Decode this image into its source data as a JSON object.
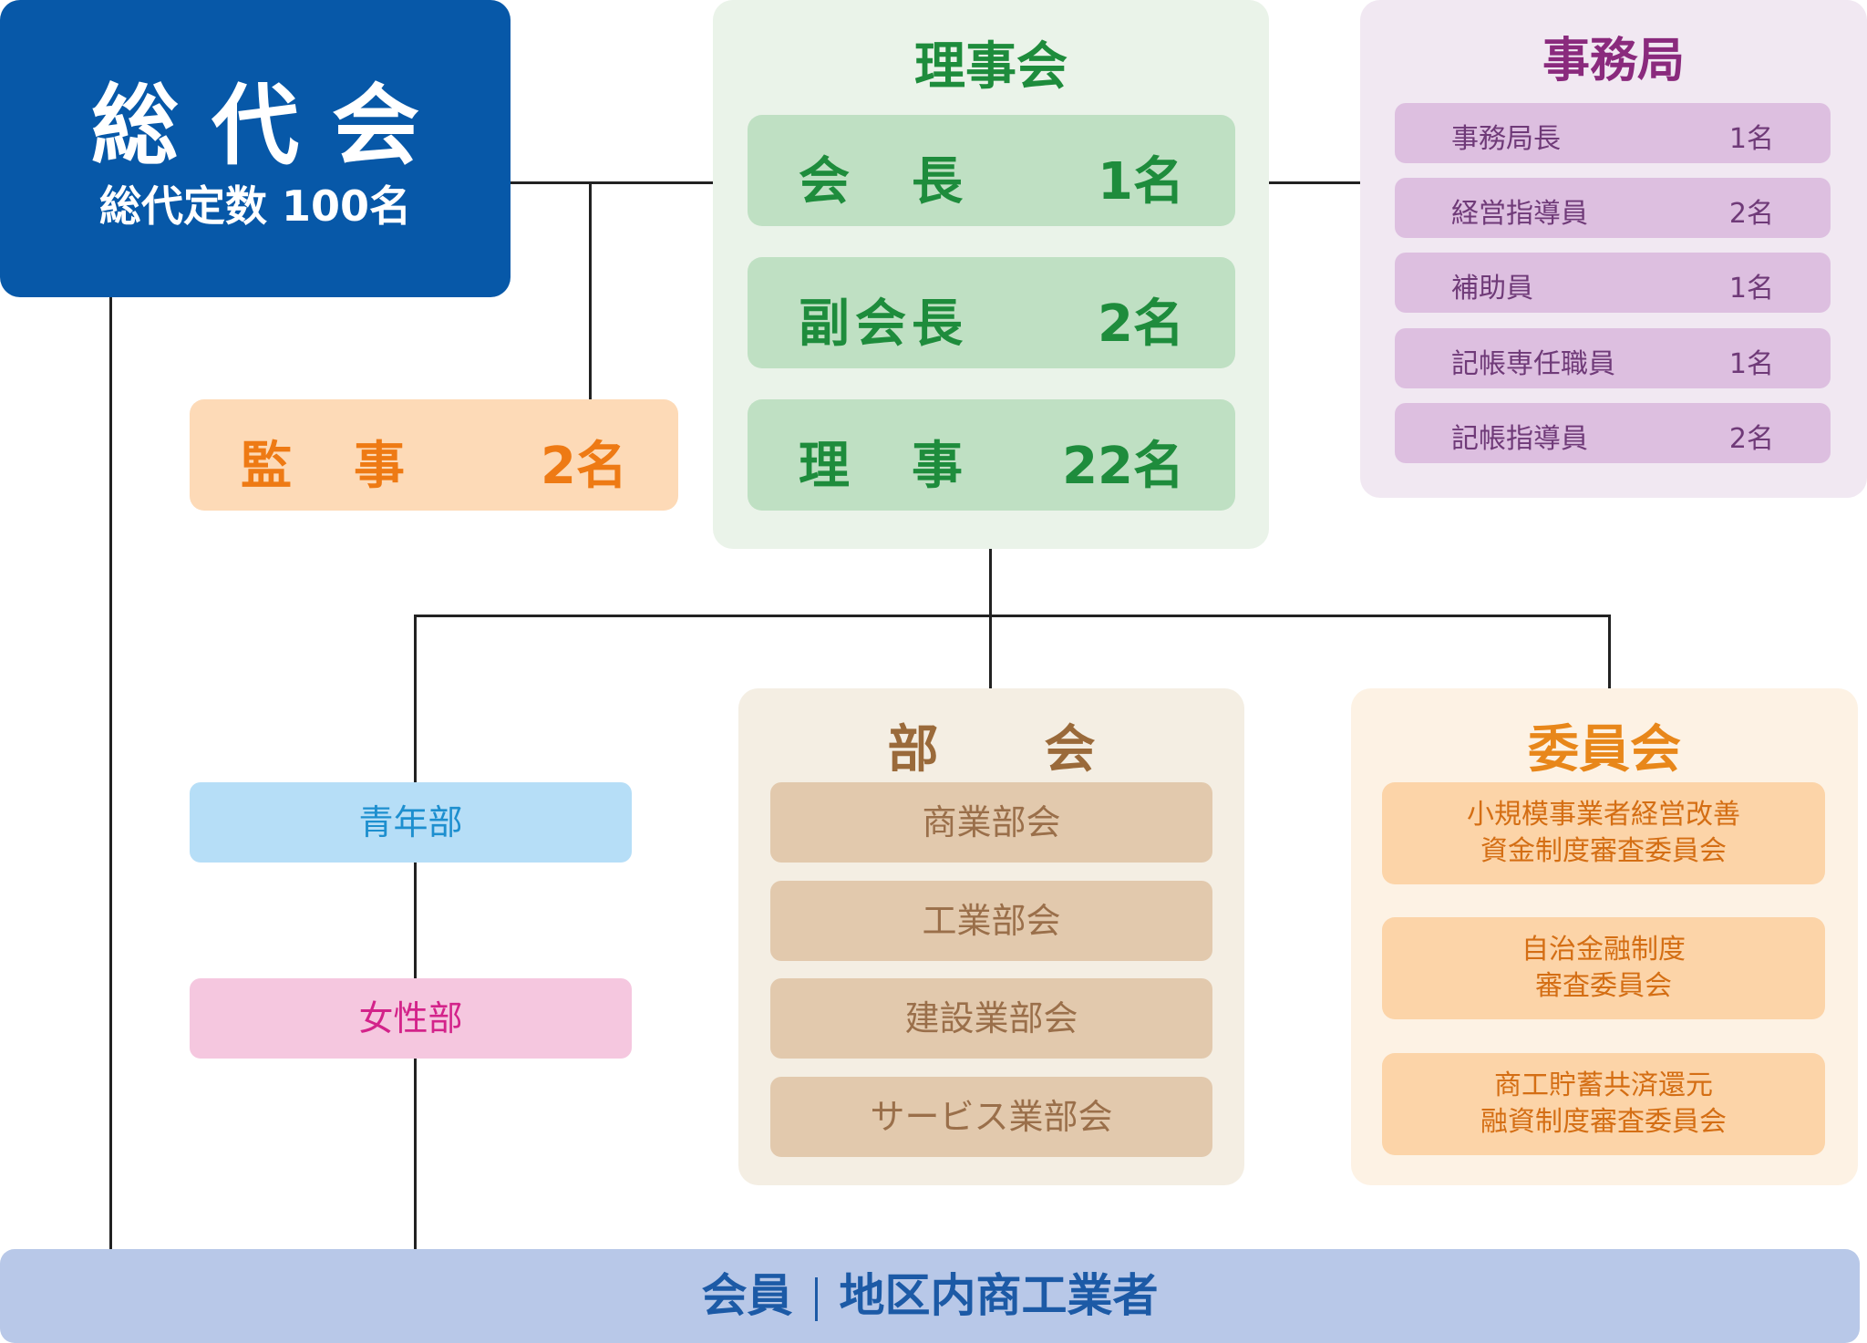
{
  "general_assembly": {
    "title": "総代会",
    "subtitle": "総代定数 100名"
  },
  "board": {
    "title": "理事会",
    "rows": [
      {
        "label": "会　長",
        "count": "1名"
      },
      {
        "label": "副会長",
        "count": "2名"
      },
      {
        "label": "理　事",
        "count": "22名"
      }
    ]
  },
  "auditor": {
    "label": "監　事",
    "count": "2名"
  },
  "secretariat": {
    "title": "事務局",
    "rows": [
      {
        "label": "事務局長",
        "count": "1名"
      },
      {
        "label": "経営指導員",
        "count": "2名"
      },
      {
        "label": "補助員",
        "count": "1名"
      },
      {
        "label": "記帳専任職員",
        "count": "1名"
      },
      {
        "label": "記帳指導員",
        "count": "2名"
      }
    ]
  },
  "divisions": {
    "title": "部　会",
    "items": [
      "商業部会",
      "工業部会",
      "建設業部会",
      "サービス業部会"
    ]
  },
  "committees": {
    "title": "委員会",
    "items": [
      {
        "line1": "小規模事業者経営改善",
        "line2": "資金制度審査委員会"
      },
      {
        "line1": "自治金融制度",
        "line2": "審査委員会"
      },
      {
        "line1": "商工貯蓄共済還元",
        "line2": "融資制度審査委員会"
      }
    ]
  },
  "youth": {
    "label": "青年部"
  },
  "women": {
    "label": "女性部"
  },
  "members": {
    "label": "会員",
    "description": "地区内商工業者"
  },
  "colors": {
    "general_assembly": "#0758a8",
    "board": "#1e8c3c",
    "auditor": "#ee7a14",
    "secretariat": "#8a2a7d",
    "divisions": "#9a6a3a",
    "committees": "#e8871a",
    "youth": "#1d8fcf",
    "women": "#d3238a",
    "members": "#1c5aa6"
  }
}
